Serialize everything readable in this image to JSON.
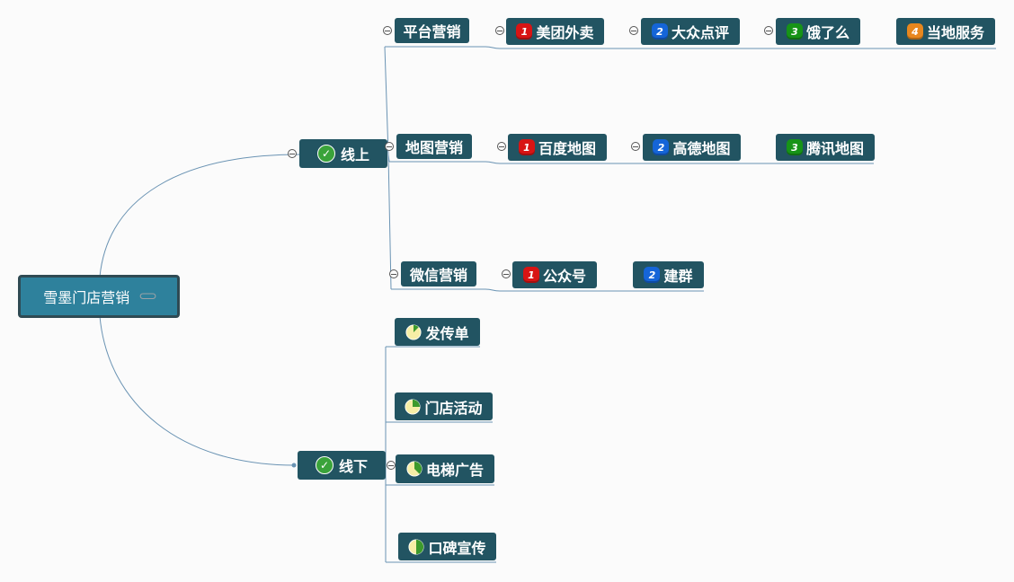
{
  "root": {
    "label": "雪墨门店营销"
  },
  "online": {
    "label": "线上",
    "groups": [
      {
        "label": "平台营销",
        "items": [
          {
            "rank": "1",
            "label": "美团外卖",
            "color": "#d81414"
          },
          {
            "rank": "2",
            "label": "大众点评",
            "color": "#1565d8"
          },
          {
            "rank": "3",
            "label": "饿了么",
            "color": "#179417"
          },
          {
            "rank": "4",
            "label": "当地服务",
            "color": "#e8871e"
          }
        ]
      },
      {
        "label": "地图营销",
        "items": [
          {
            "rank": "1",
            "label": "百度地图",
            "color": "#d81414"
          },
          {
            "rank": "2",
            "label": "高德地图",
            "color": "#1565d8"
          },
          {
            "rank": "3",
            "label": "腾讯地图",
            "color": "#179417"
          }
        ]
      },
      {
        "label": "微信营销",
        "items": [
          {
            "rank": "1",
            "label": "公众号",
            "color": "#d81414"
          },
          {
            "rank": "2",
            "label": "建群",
            "color": "#1565d8"
          }
        ]
      }
    ]
  },
  "offline": {
    "label": "线下",
    "items": [
      {
        "label": "发传单",
        "progress": 0.125
      },
      {
        "label": "门店活动",
        "progress": 0.25
      },
      {
        "label": "电梯广告",
        "progress": 0.375
      },
      {
        "label": "口碑宣传",
        "progress": 0.5
      }
    ]
  },
  "colors": {
    "node": "#225462",
    "root": "#2e819c",
    "line": "#6a93b3"
  }
}
